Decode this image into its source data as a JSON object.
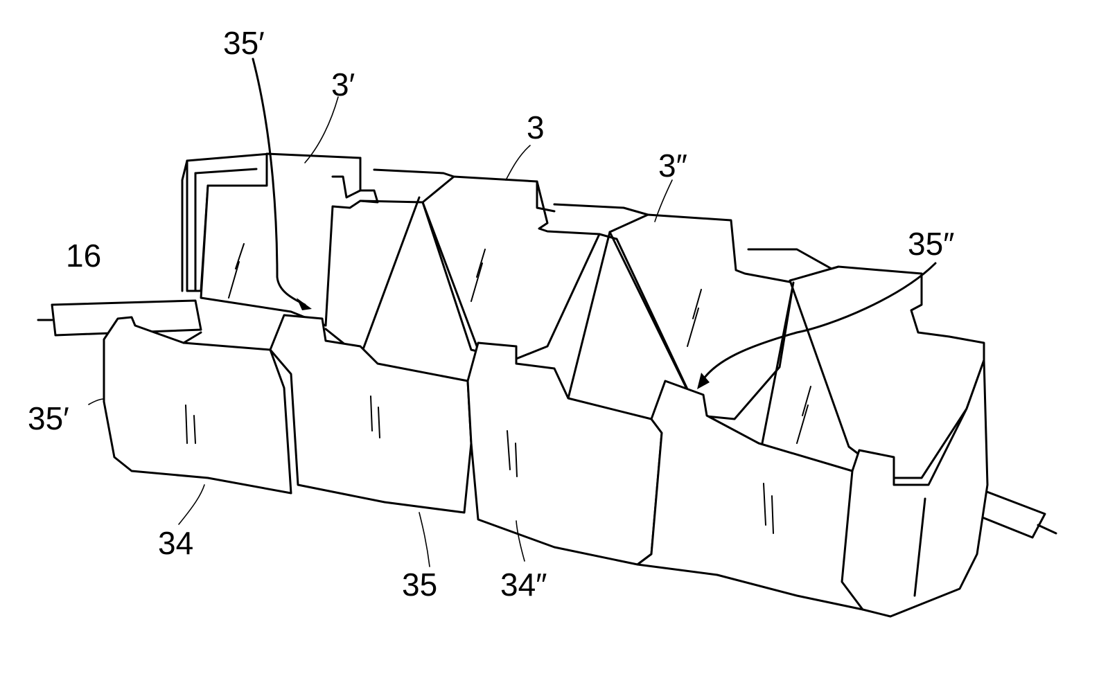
{
  "labels": {
    "ref_35_prime_top": "35′",
    "ref_3_prime": "3′",
    "ref_3": "3",
    "ref_3_double_prime": "3″",
    "ref_35_double_prime": "35″",
    "ref_16": "16",
    "ref_35_prime_left": "35′",
    "ref_34": "34",
    "ref_35": "35",
    "ref_34_double_prime": "34″"
  }
}
